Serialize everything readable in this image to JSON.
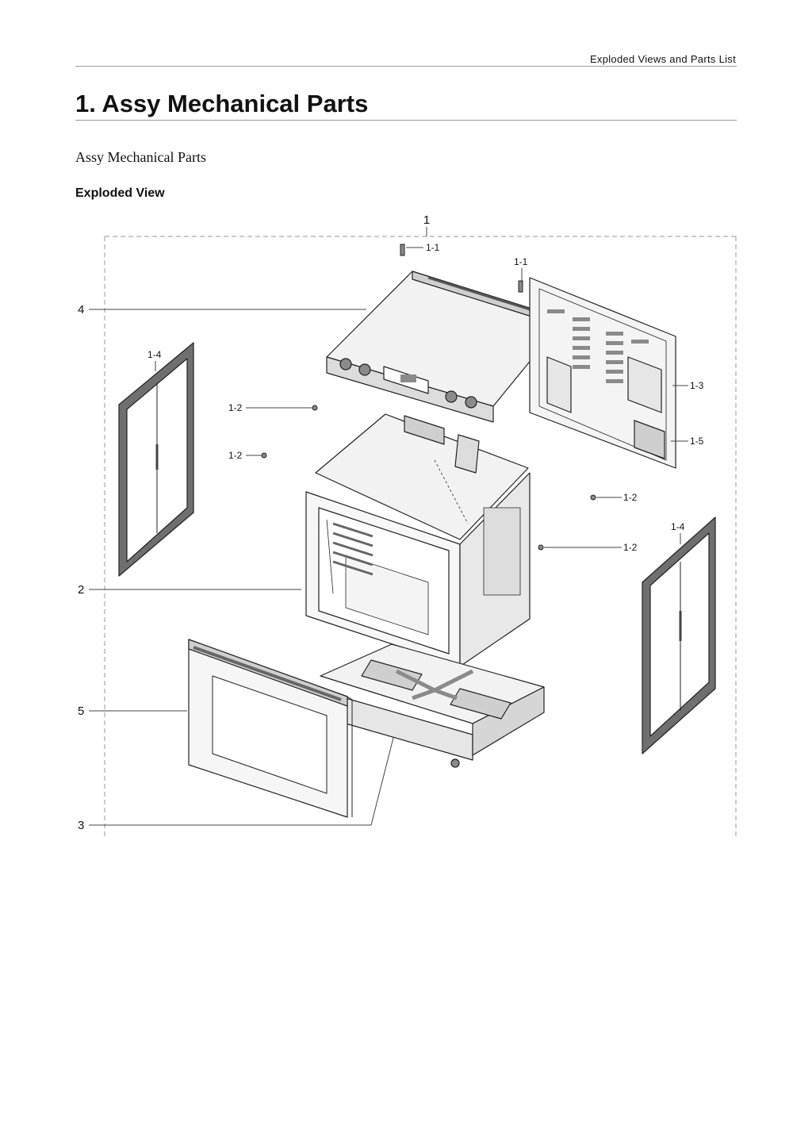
{
  "header": {
    "section": "Exploded Views and Parts List"
  },
  "page_title": "1.  Assy Mechanical Parts",
  "subtitle": "Assy Mechanical Parts",
  "section_label": "Exploded View",
  "callouts": {
    "assembly": "1",
    "screw_top": "1-1",
    "screw_back": "1-1",
    "fastener_a": "1-2",
    "fastener_b": "1-2",
    "fastener_c": "1-2",
    "fastener_d": "1-2",
    "back_panel": "1-3",
    "side_panel_left": "1-4",
    "side_panel_right": "1-4",
    "bracket": "1-5",
    "cooktop": "4",
    "oven_cavity": "2",
    "door": "5",
    "base": "3"
  },
  "colors": {
    "line": "#222222",
    "leader": "#444444",
    "frame": "#999999",
    "fill_light": "#f2f2f2",
    "fill_mid": "#dcdcdc",
    "fill_dark": "#8a8a8a"
  }
}
